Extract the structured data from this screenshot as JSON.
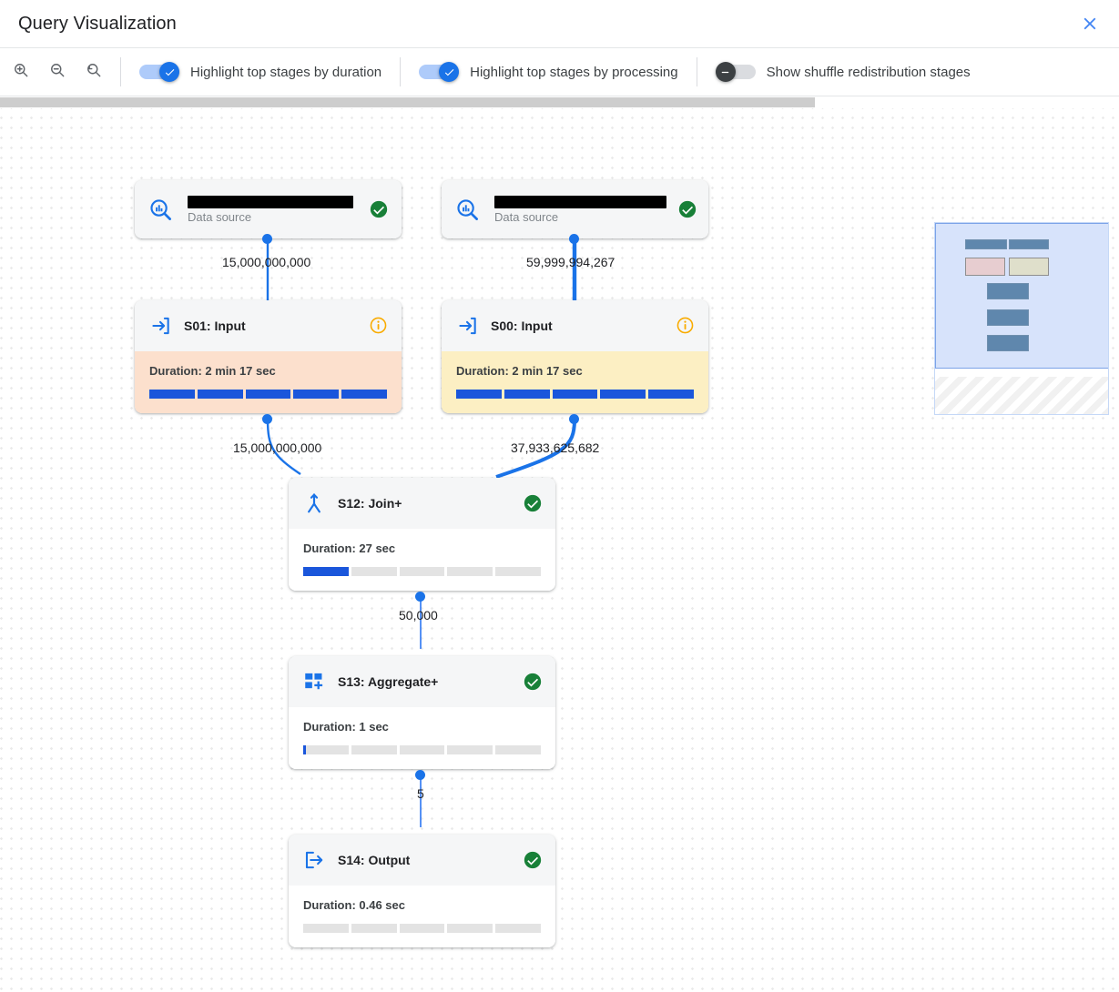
{
  "header": {
    "title": "Query Visualization",
    "close_icon": "close-icon"
  },
  "toolbar": {
    "zoom_in_icon": "zoom-in-icon",
    "zoom_out_icon": "zoom-out-icon",
    "zoom_reset_icon": "zoom-reset-icon",
    "toggles": [
      {
        "label": "Highlight top stages by duration",
        "on": true
      },
      {
        "label": "Highlight top stages by processing",
        "on": true
      },
      {
        "label": "Show shuffle redistribution stages",
        "on": false
      }
    ]
  },
  "accent": {
    "blue": "#1a73e8",
    "progress_blue": "#1a56db",
    "green": "#188038",
    "amber": "#f9ab00",
    "duration_highlight": "#fce0cd",
    "processing_highlight": "#fcefc3"
  },
  "graph": {
    "nodes": [
      {
        "id": "ds-left",
        "kind": "datasource",
        "icon": "data-source-icon",
        "title_redacted": true,
        "subtitle": "Data source",
        "status": "success"
      },
      {
        "id": "ds-right",
        "kind": "datasource",
        "icon": "data-source-icon",
        "title_redacted": true,
        "subtitle": "Data source",
        "status": "success"
      },
      {
        "id": "s01",
        "kind": "stage",
        "icon": "input-arrow-icon",
        "title": "S01: Input",
        "status": "info",
        "duration_label": "Duration: 2 min 17 sec",
        "progress_fill": 1.0,
        "highlight": "duration"
      },
      {
        "id": "s00",
        "kind": "stage",
        "icon": "input-arrow-icon",
        "title": "S00: Input",
        "status": "info",
        "duration_label": "Duration: 2 min 17 sec",
        "progress_fill": 1.0,
        "highlight": "processing"
      },
      {
        "id": "s12",
        "kind": "stage",
        "icon": "join-icon",
        "title": "S12: Join+",
        "status": "success",
        "duration_label": "Duration: 27 sec",
        "progress_fill": 0.2,
        "highlight": "none"
      },
      {
        "id": "s13",
        "kind": "stage",
        "icon": "aggregate-icon",
        "title": "S13: Aggregate+",
        "status": "success",
        "duration_label": "Duration: 1 sec",
        "progress_fill": 0.012,
        "highlight": "none"
      },
      {
        "id": "s14",
        "kind": "stage",
        "icon": "output-arrow-icon",
        "title": "S14: Output",
        "status": "success",
        "duration_label": "Duration: 0.46 sec",
        "progress_fill": 0.0,
        "highlight": "none"
      }
    ],
    "edge_labels": {
      "ds_left_to_s01": "15,000,000,000",
      "ds_right_to_s00": "59,999,994,267",
      "s01_to_s12": "15,000,000,000",
      "s00_to_s12": "37,933,625,682",
      "s12_to_s13": "50,000",
      "s13_to_s14": "5"
    }
  },
  "minimap": {
    "name": "minimap-overview"
  }
}
